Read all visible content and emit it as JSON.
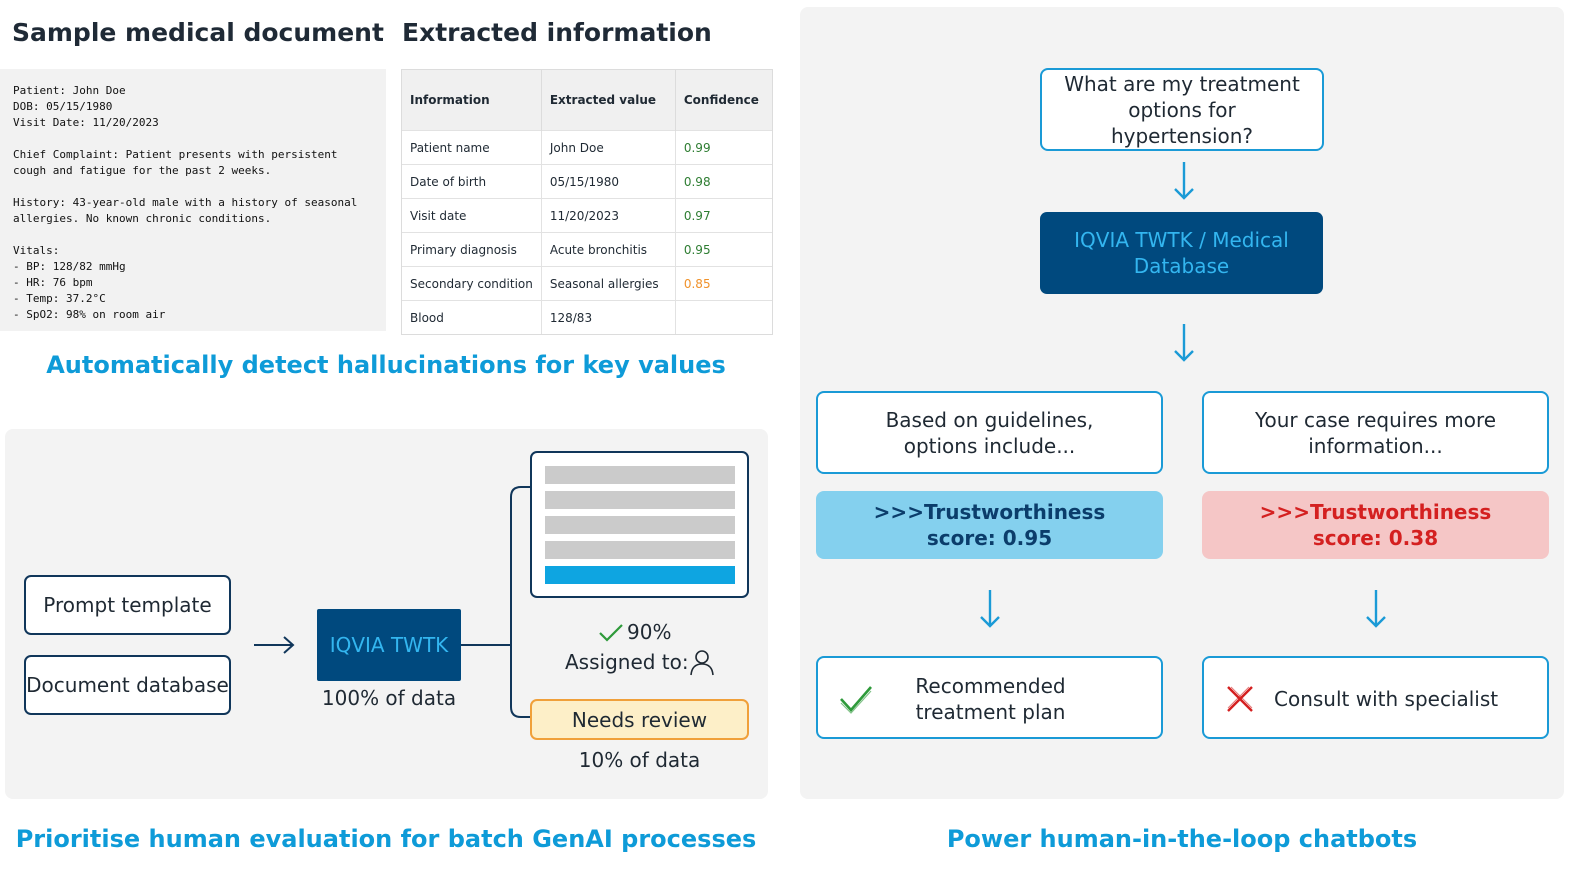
{
  "doc_section": {
    "title": "Sample medical document",
    "lines": [
      "Patient: John Doe",
      "DOB: 05/15/1980",
      "Visit Date: 11/20/2023",
      "",
      "Chief Complaint: Patient presents with persistent",
      "cough and fatigue for the past 2 weeks.",
      "",
      "History: 43-year-old male with a history of seasonal",
      "allergies. No known chronic conditions.",
      "",
      "Vitals:",
      "- BP: 128/82 mmHg",
      "- HR: 76 bpm",
      "- Temp: 37.2°C",
      "- SpO2: 98% on room air"
    ]
  },
  "extract_section": {
    "title": "Extracted information",
    "headers": [
      "Information",
      "Extracted value",
      "Confidence"
    ],
    "rows": [
      {
        "info": "Patient name",
        "value": "John Doe",
        "confidence": "0.99",
        "color": "#2e7d32"
      },
      {
        "info": "Date of birth",
        "value": "05/15/1980",
        "confidence": "0.98",
        "color": "#2e7d32"
      },
      {
        "info": "Visit date",
        "value": "11/20/2023",
        "confidence": "0.97",
        "color": "#2e7d32"
      },
      {
        "info": "Primary diagnosis",
        "value": "Acute bronchitis",
        "confidence": "0.95",
        "color": "#2e7d32"
      },
      {
        "info": "Secondary condition",
        "value": "Seasonal allergies",
        "confidence": "0.85",
        "color": "#f0922b"
      },
      {
        "info": "Blood",
        "value": "128/83",
        "confidence": "",
        "color": "#2e7d32"
      }
    ]
  },
  "caption_hallucination": "Automatically detect hallucinations for key values",
  "batch": {
    "prompt_template": "Prompt template",
    "document_database": "Document database",
    "engine": "IQVIA TWTK",
    "engine_data": "100% of data",
    "pass_percent": "90%",
    "assigned_to": "Assigned to:",
    "needs_review": "Needs review",
    "review_data": "10% of data"
  },
  "caption_batch": "Prioritise human evaluation for batch GenAI processes",
  "chatbot": {
    "question": "What are my treatment options for hypertension?",
    "database": "IQVIA TWTK / Medical Database",
    "left_answer": "Based on guidelines, options include...",
    "right_answer": "Your case requires more information...",
    "left_score_line1": ">>>Trustworthiness",
    "left_score_line2": "score: 0.95",
    "right_score_line1": ">>>Trustworthiness",
    "right_score_line2": "score: 0.38",
    "left_outcome": "Recommended treatment plan",
    "right_outcome": "Consult with specialist"
  },
  "caption_chatbot": "Power human-in-the-loop chatbots",
  "colors": {
    "accent": "#0e9bd8",
    "navy": "#00497e",
    "good_score_bg": "#84d0ee",
    "good_score_text": "#0b3d6b",
    "bad_score_bg": "#f5c6c6",
    "bad_score_text": "#d42020",
    "review_bg": "#fdefc8",
    "review_border": "#f0a03a"
  }
}
